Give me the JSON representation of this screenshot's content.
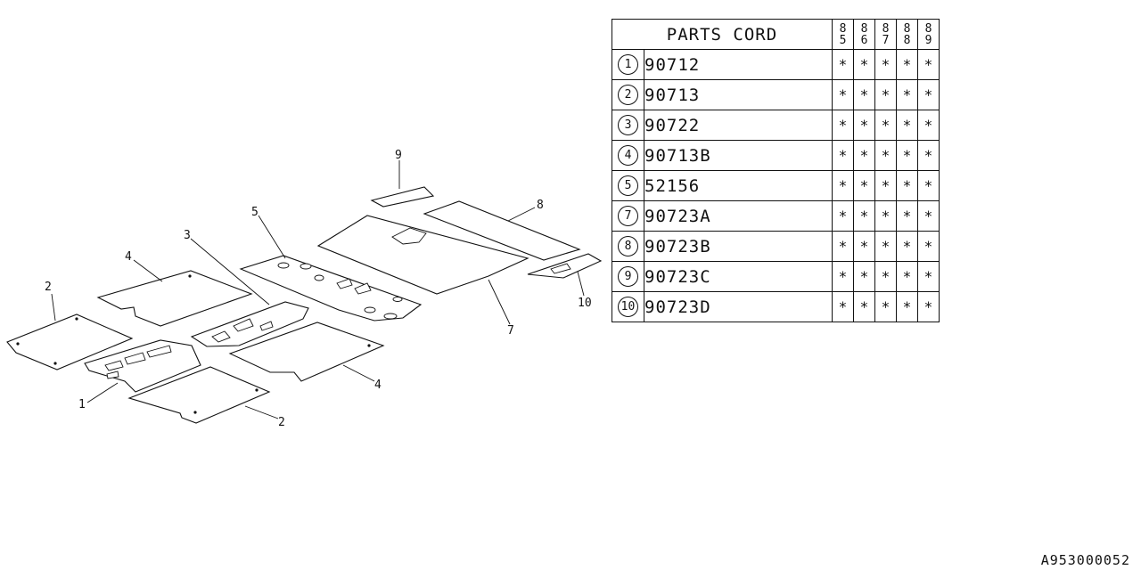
{
  "callouts": {
    "c1": "1",
    "c2a": "2",
    "c2b": "2",
    "c3": "3",
    "c4a": "4",
    "c4b": "4",
    "c5": "5",
    "c7": "7",
    "c8": "8",
    "c9": "9",
    "c10": "10"
  },
  "table": {
    "title": "PARTS CORD",
    "years": [
      {
        "d1": "8",
        "d2": "5"
      },
      {
        "d1": "8",
        "d2": "6"
      },
      {
        "d1": "8",
        "d2": "7"
      },
      {
        "d1": "8",
        "d2": "8"
      },
      {
        "d1": "8",
        "d2": "9"
      }
    ],
    "rows": [
      {
        "num": "1",
        "code": "90712",
        "marks": [
          "*",
          "*",
          "*",
          "*",
          "*"
        ]
      },
      {
        "num": "2",
        "code": "90713",
        "marks": [
          "*",
          "*",
          "*",
          "*",
          "*"
        ]
      },
      {
        "num": "3",
        "code": "90722",
        "marks": [
          "*",
          "*",
          "*",
          "*",
          "*"
        ]
      },
      {
        "num": "4",
        "code": "90713B",
        "marks": [
          "*",
          "*",
          "*",
          "*",
          "*"
        ]
      },
      {
        "num": "5",
        "code": "52156",
        "marks": [
          "*",
          "*",
          "*",
          "*",
          "*"
        ]
      },
      {
        "num": "7",
        "code": "90723A",
        "marks": [
          "*",
          "*",
          "*",
          "*",
          "*"
        ]
      },
      {
        "num": "8",
        "code": "90723B",
        "marks": [
          "*",
          "*",
          "*",
          "*",
          "*"
        ]
      },
      {
        "num": "9",
        "code": "90723C",
        "marks": [
          "*",
          "*",
          "*",
          "*",
          "*"
        ]
      },
      {
        "num": "10",
        "code": "90723D",
        "marks": [
          "*",
          "*",
          "*",
          "*",
          "*"
        ]
      }
    ]
  },
  "doc_id": "A953000052"
}
